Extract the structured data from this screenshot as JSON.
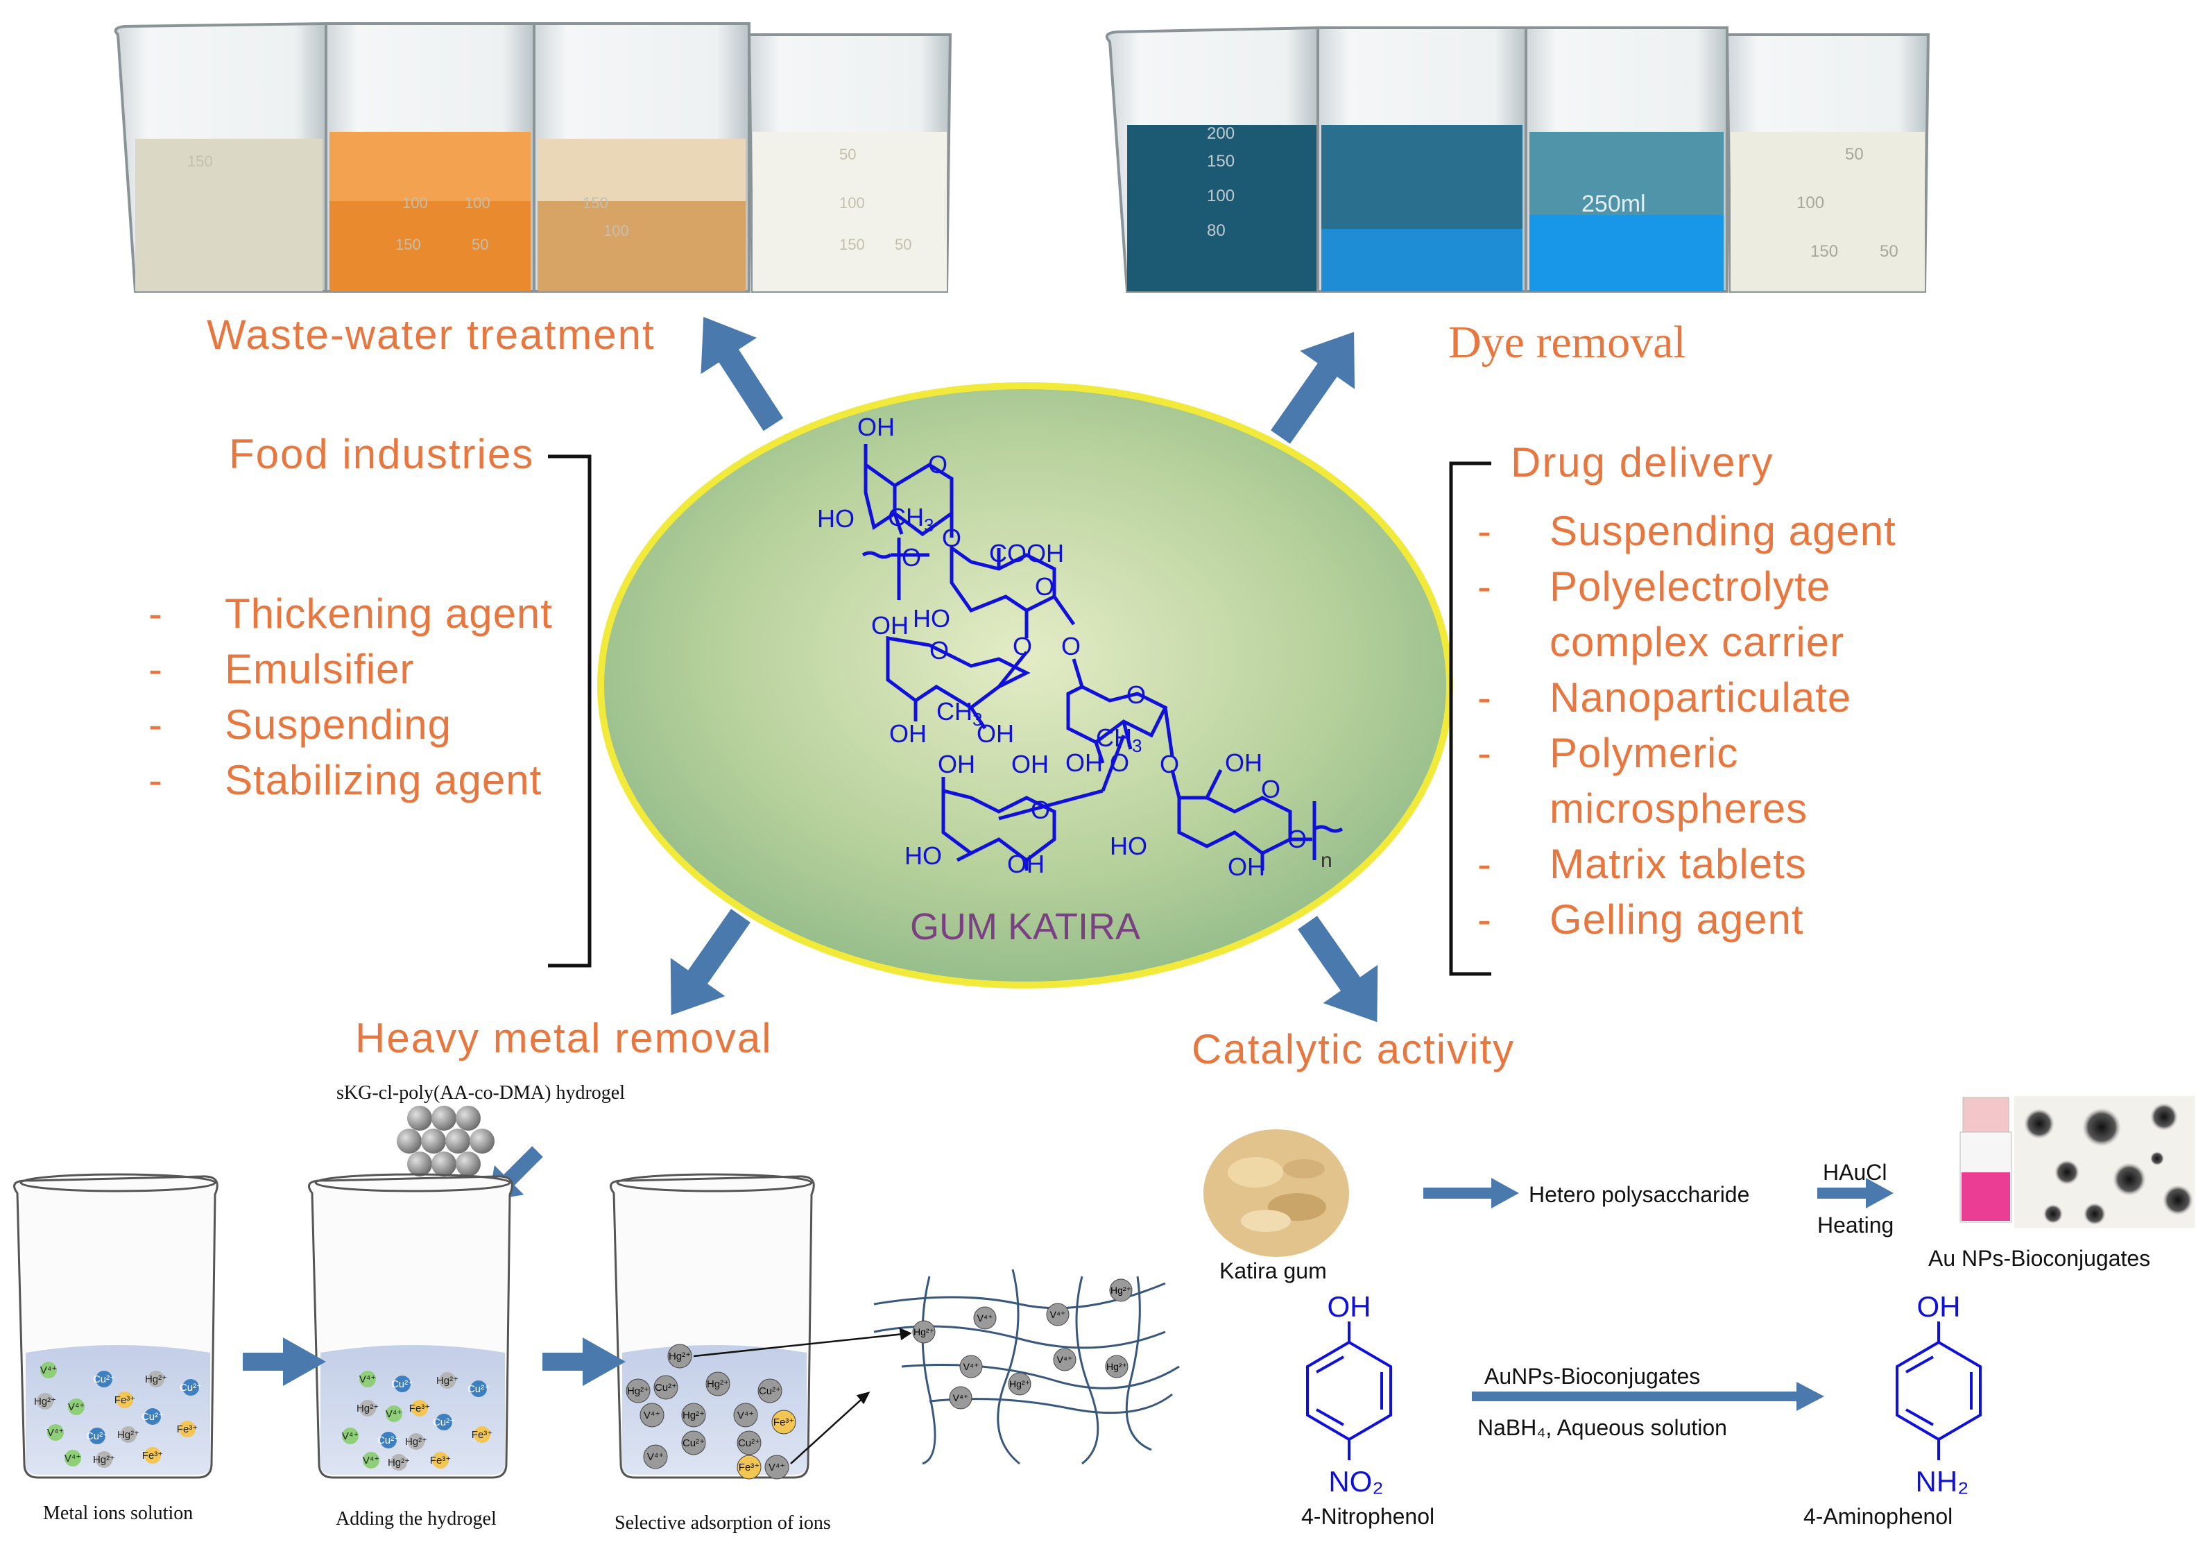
{
  "center": {
    "label": "GUM KATIRA"
  },
  "structure": {
    "oh": "OH",
    "ho": "HO",
    "ch3": "CH",
    "ch3_sub": "3",
    "cooh": "COOH",
    "o": "O",
    "n": "n"
  },
  "waste_water": {
    "title": "Waste-water treatment",
    "marks": [
      "150",
      "100",
      "100",
      "150",
      "50",
      "150",
      "100",
      "50",
      "100",
      "150",
      "50"
    ]
  },
  "dye_removal": {
    "title": "Dye removal",
    "marks": [
      "200",
      "150",
      "100",
      "80",
      "250ml",
      "50",
      "100",
      "150",
      "50"
    ]
  },
  "food": {
    "title": "Food industries",
    "items": [
      {
        "dash": "-",
        "label": "Thickening agent"
      },
      {
        "dash": "-",
        "label": "Emulsifier"
      },
      {
        "dash": "-",
        "label": "Suspending"
      },
      {
        "dash": "-",
        "label": "Stabilizing agent"
      }
    ]
  },
  "drug": {
    "title": "Drug delivery",
    "items": [
      {
        "dash": "-",
        "label": "Suspending agent",
        "cont": ""
      },
      {
        "dash": "-",
        "label": "Polyelectrolyte",
        "cont": "complex carrier"
      },
      {
        "dash": "-",
        "label": "Nanoparticulate",
        "cont": ""
      },
      {
        "dash": "-",
        "label": "Polymeric",
        "cont": "microspheres"
      },
      {
        "dash": "-",
        "label": "Matrix tablets",
        "cont": ""
      },
      {
        "dash": "-",
        "label": "Gelling agent",
        "cont": ""
      }
    ]
  },
  "heavy_metal": {
    "title": "Heavy metal removal",
    "hydrogel_label": "sKG-cl-poly(AA-co-DMA) hydrogel",
    "captions": [
      "Metal ions solution",
      "Adding the hydrogel",
      "Selective adsorption of ions"
    ],
    "ions": {
      "v": "V⁴⁺",
      "cu": "Cu²⁺",
      "hg": "Hg²⁺",
      "fe": "Fe³⁺"
    }
  },
  "catalytic": {
    "title": "Catalytic activity",
    "katira_label": "Katira gum",
    "hetero_label": "Hetero polysaccharide",
    "reagent_label": "HAuCl",
    "heating_label": "Heating",
    "au_label": "Au NPs-Bioconjugates",
    "reaction_top": "AuNPs-Bioconjugates",
    "reaction_bottom": "NaBH₄, Aqueous solution",
    "reactant": {
      "name": "4-Nitrophenol",
      "top": "OH",
      "bottom": "NO₂"
    },
    "product": {
      "name": "4-Aminophenol",
      "top": "OH",
      "bottom": "NH₂"
    }
  }
}
